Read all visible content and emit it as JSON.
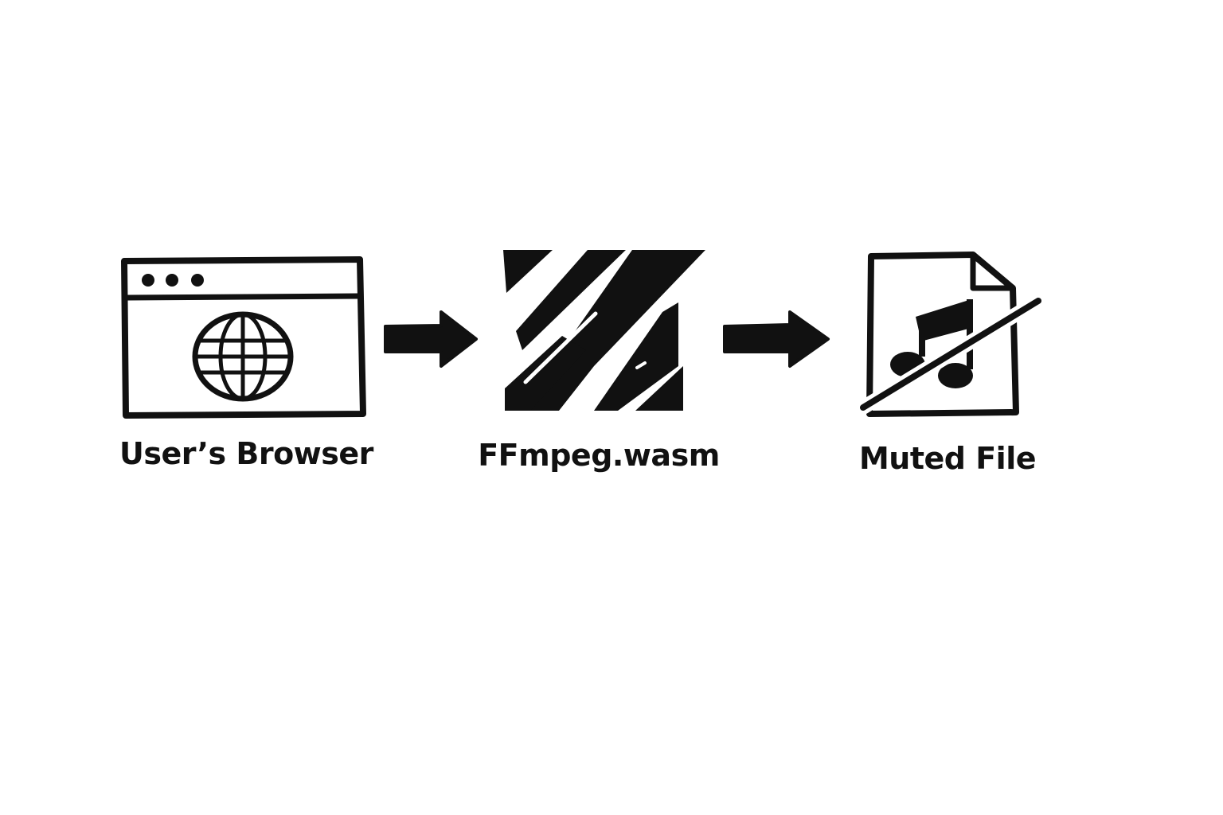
{
  "colors": {
    "ink": "#111111",
    "background": "#ffffff"
  },
  "nodes": [
    {
      "label": "User’s Browser",
      "icon": "browser-globe-icon"
    },
    {
      "label": "FFmpeg.wasm",
      "icon": "ffmpeg-logo-icon"
    },
    {
      "label": "Muted File",
      "icon": "muted-audio-file-icon"
    }
  ],
  "edges": [
    {
      "from": "User’s Browser",
      "to": "FFmpeg.wasm"
    },
    {
      "from": "FFmpeg.wasm",
      "to": "Muted File"
    }
  ]
}
